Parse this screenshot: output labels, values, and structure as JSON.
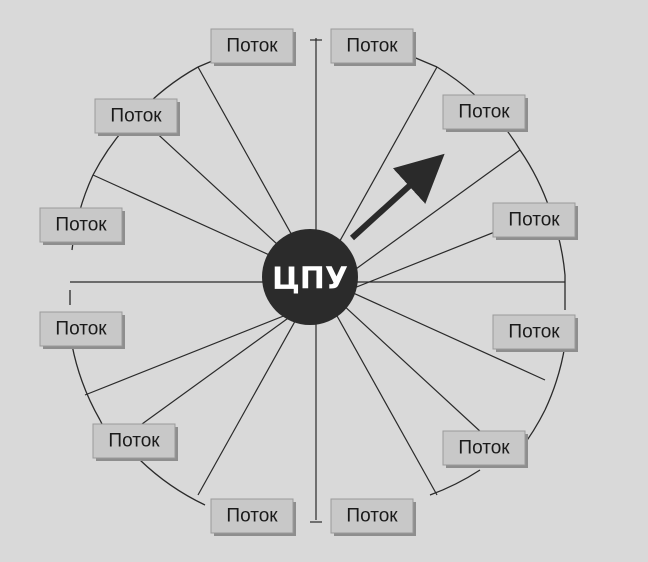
{
  "colors": {
    "background": "#d9d9d9",
    "node_fill": "#c8c8c8",
    "cpu_fill": "#2b2b2b",
    "line": "#2a2a2a",
    "arrow": "#2a2a2a"
  },
  "cpu": {
    "label": "ЦПУ"
  },
  "threads": [
    {
      "label": "Поток"
    },
    {
      "label": "Поток"
    },
    {
      "label": "Поток"
    },
    {
      "label": "Поток"
    },
    {
      "label": "Поток"
    },
    {
      "label": "Поток"
    },
    {
      "label": "Поток"
    },
    {
      "label": "Поток"
    },
    {
      "label": "Поток"
    },
    {
      "label": "Поток"
    },
    {
      "label": "Поток"
    },
    {
      "label": "Поток"
    }
  ]
}
